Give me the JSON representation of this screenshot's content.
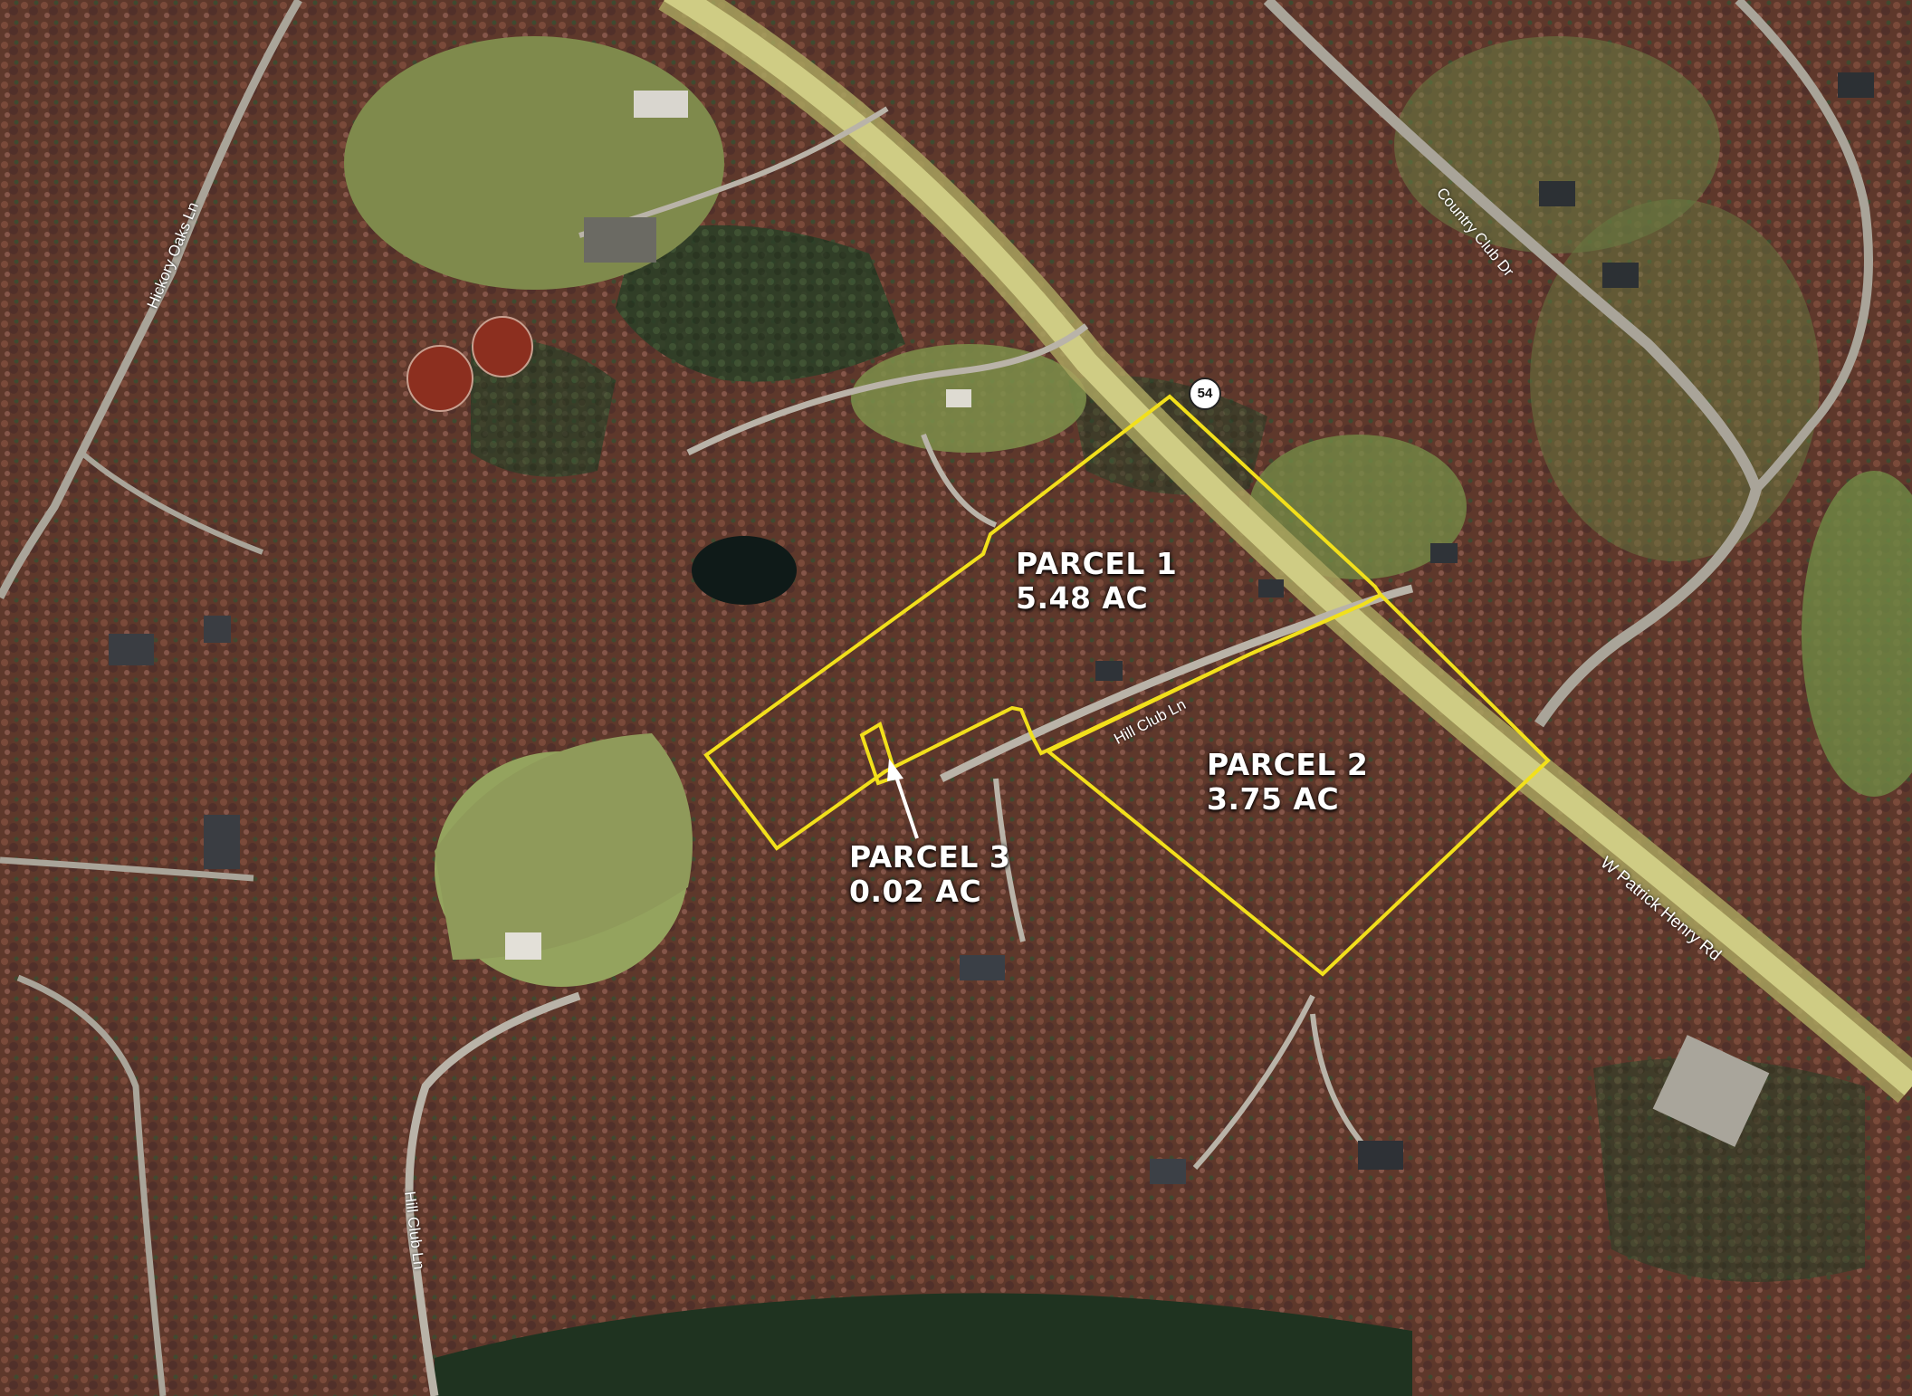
{
  "map": {
    "parcels": [
      {
        "name": "PARCEL 1",
        "area": "5.48 AC"
      },
      {
        "name": "PARCEL 2",
        "area": "3.75 AC"
      },
      {
        "name": "PARCEL 3",
        "area": "0.02 AC"
      }
    ],
    "roads": {
      "hickory_oaks": "Hickory Oaks Ln",
      "country_club": "Country Club Dr",
      "hill_club_upper": "Hill Club Ln",
      "hill_club_lower": "Hill Club Ln",
      "patrick_henry": "W Patrick Henry Rd"
    },
    "route_shield": "54",
    "colors": {
      "boundary": "#f2e01b",
      "forest": "#6b3f30",
      "evergreen": "#2f4a2a",
      "grass": "#8a9a55",
      "road": "#b9b3a8",
      "highway": "#c9c67a"
    }
  }
}
